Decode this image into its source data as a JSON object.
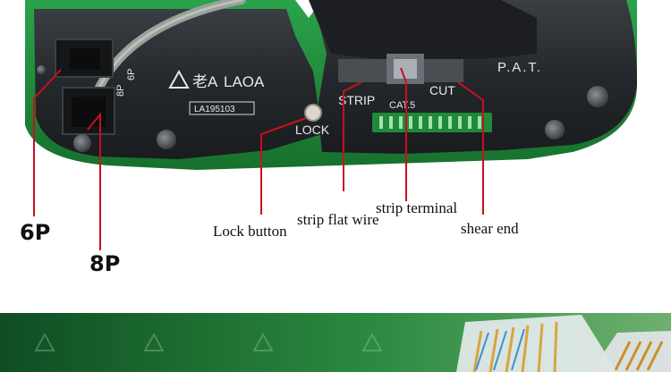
{
  "tool": {
    "brand": "LAOA",
    "brand_chars": "老A",
    "model": "LA195103",
    "lock_text": "LOCK",
    "strip_text": "STRIP",
    "cat_text": "CAT.5",
    "cut_text": "CUT",
    "pat_text": "P.A.T.",
    "side_8p": "8P",
    "side_6p": "6P"
  },
  "callouts": {
    "p6": "6P",
    "p8": "8P",
    "lock_button": "Lock button",
    "strip_flat_wire": "strip flat wire",
    "strip_terminal": "strip terminal",
    "shear_end": "shear end"
  },
  "colors": {
    "tool_green": "#1f8a3a",
    "tool_body": "#2a2d31",
    "callout_red": "#c8101e",
    "banner_green": "#1e6b33"
  }
}
